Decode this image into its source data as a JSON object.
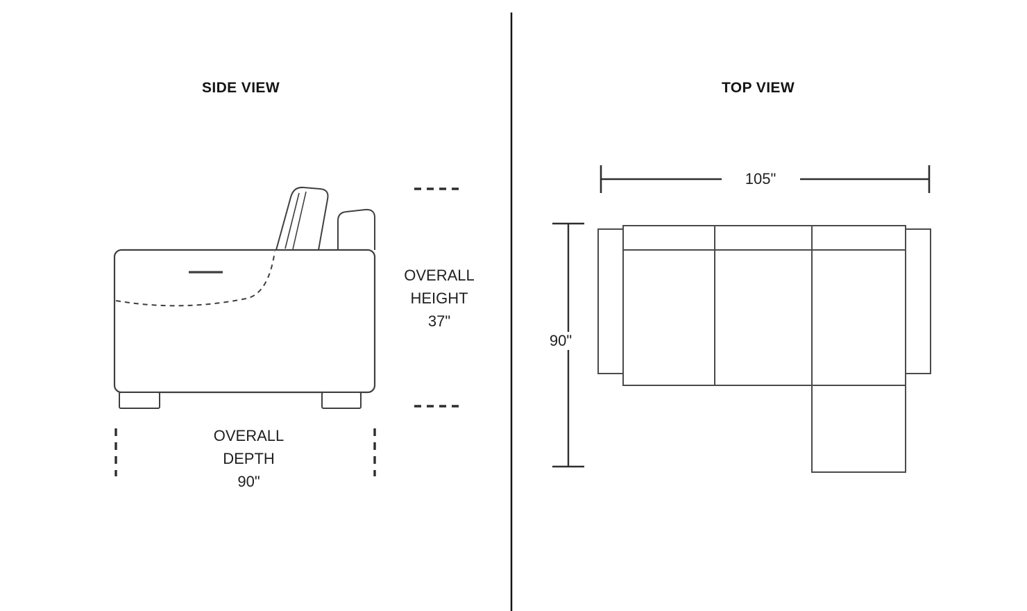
{
  "side_view": {
    "title": "SIDE VIEW",
    "height_label": {
      "l1": "OVERALL",
      "l2": "HEIGHT",
      "l3": "37\""
    },
    "depth_label": {
      "l1": "OVERALL",
      "l2": "DEPTH",
      "l3": "90\""
    }
  },
  "top_view": {
    "title": "TOP VIEW",
    "width_dim": "105\"",
    "depth_dim": "90\""
  },
  "colors": {
    "drawing_line": "#3f3f3f",
    "dimension_line": "#2d2d2d",
    "text": "#1f1f1f",
    "divider": "#141414",
    "background": "#ffffff"
  }
}
